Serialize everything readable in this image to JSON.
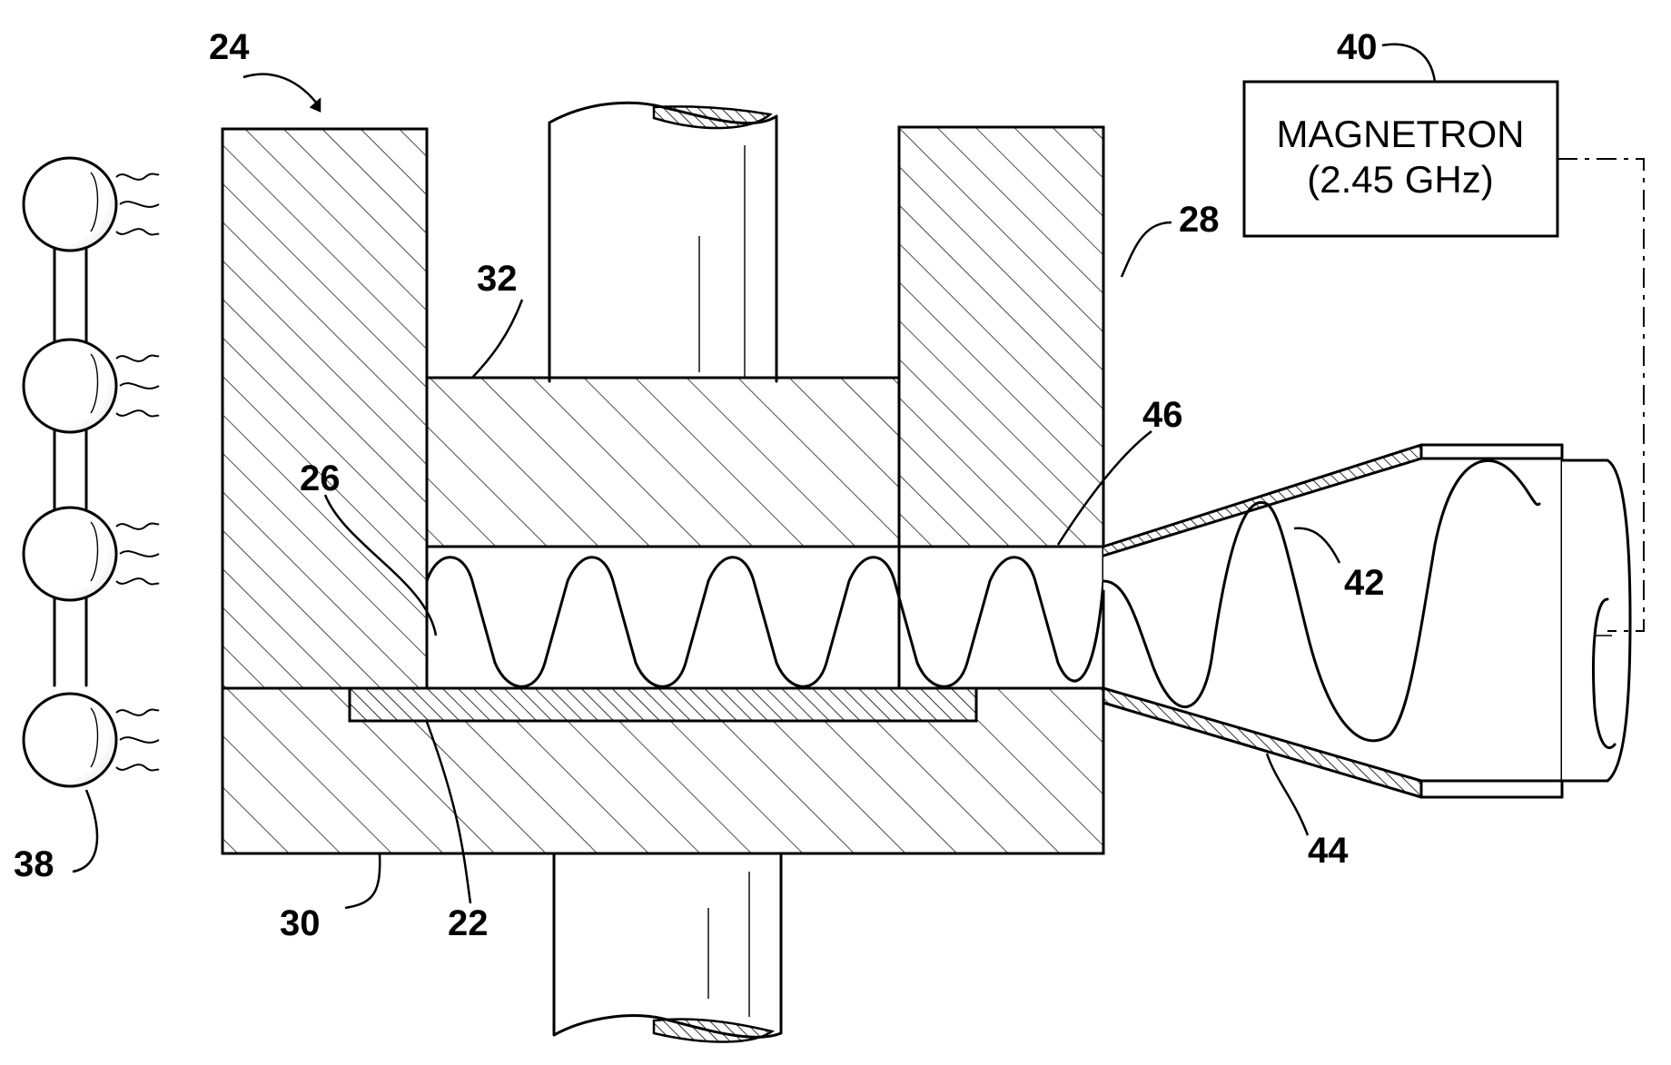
{
  "magnetron": {
    "line1": "MAGNETRON",
    "line2": "(2.45 GHz)"
  },
  "refs": {
    "r24": "24",
    "r40": "40",
    "r28": "28",
    "r32": "32",
    "r46": "46",
    "r26": "26",
    "r42": "42",
    "r44": "44",
    "r38": "38",
    "r30": "30",
    "r22": "22"
  }
}
